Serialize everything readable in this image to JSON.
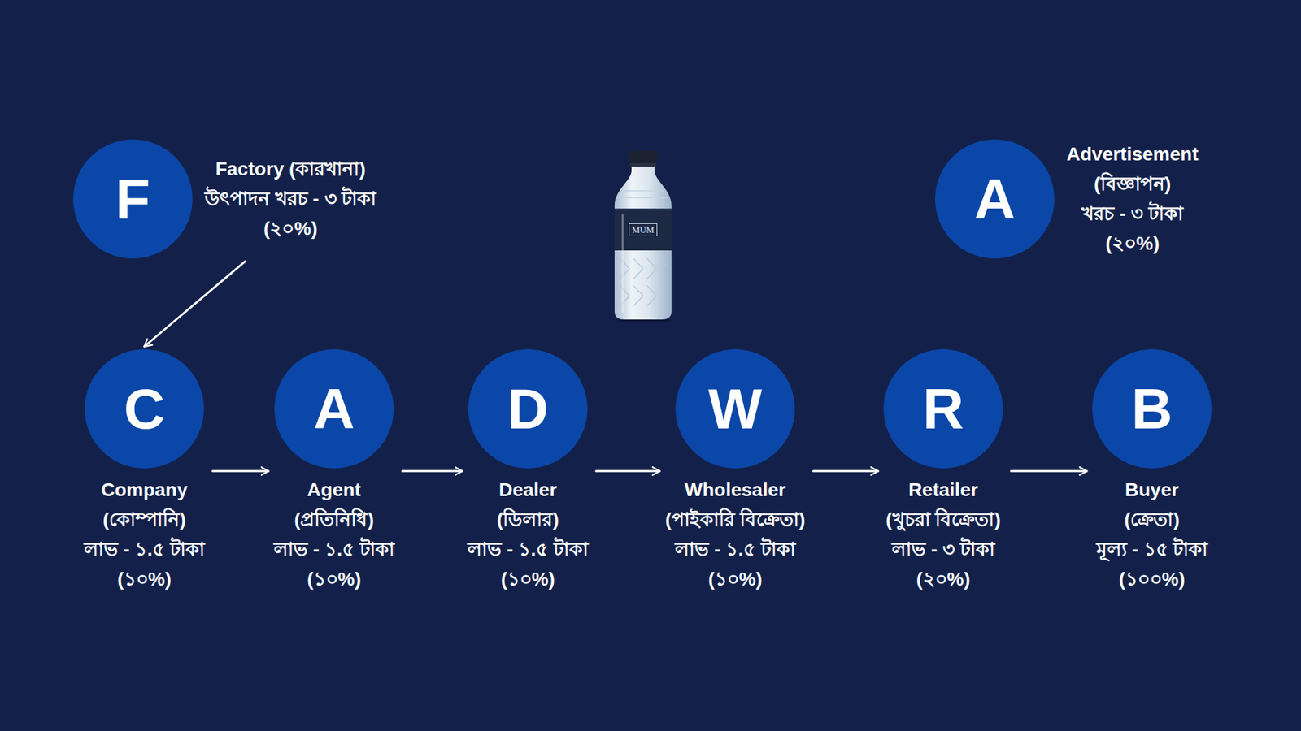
{
  "diagram": {
    "nodes": [
      {
        "text": [
          "F",
          "Factory (কারখানা)",
          "উৎপাদন খরচ - ৩ টাকা",
          "(২০%)"
        ]
      },
      {
        "text": [
          "A",
          "Advertisement",
          "(বিজ্ঞাপন)",
          "খরচ - ৩ টাকা",
          "(২০%)"
        ]
      },
      {
        "text": [
          "C",
          "Company",
          "(কোম্পানি)",
          "লাভ - ১.৫ টাকা",
          "(১০%)"
        ]
      },
      {
        "text": [
          "A",
          "Agent",
          "(প্রতিনিধি)",
          "লাভ - ১.৫ টাকা",
          "(১০%)"
        ]
      },
      {
        "text": [
          "D",
          "Dealer",
          "(ডিলার)",
          "লাভ - ১.৫ টাকা",
          "(১০%)"
        ]
      },
      {
        "text": [
          "W",
          "Wholesaler",
          "(পাইকারি বিক্রেতা)",
          "লাভ - ১.৫ টাকা",
          "(১০%)"
        ]
      },
      {
        "text": [
          "R",
          "Retailer",
          "(খুচরা বিক্রেতা)",
          "লাভ - ৩ টাকা",
          "(২০%)"
        ]
      },
      {
        "text": [
          "B",
          "Buyer",
          "(ক্রেতা)",
          "মূল্য - ১৫ টাকা",
          "(১০০%)"
        ]
      }
    ],
    "edges": [
      {
        "from": 0,
        "to": 2,
        "arrow": "to"
      },
      {
        "from": 2,
        "to": 3,
        "arrow": "to"
      },
      {
        "from": 3,
        "to": 4,
        "arrow": "to"
      },
      {
        "from": 4,
        "to": 5,
        "arrow": "to"
      },
      {
        "from": 5,
        "to": 6,
        "arrow": "to"
      },
      {
        "from": 6,
        "to": 7,
        "arrow": "to"
      }
    ],
    "labels": [
      "MUM"
    ]
  }
}
